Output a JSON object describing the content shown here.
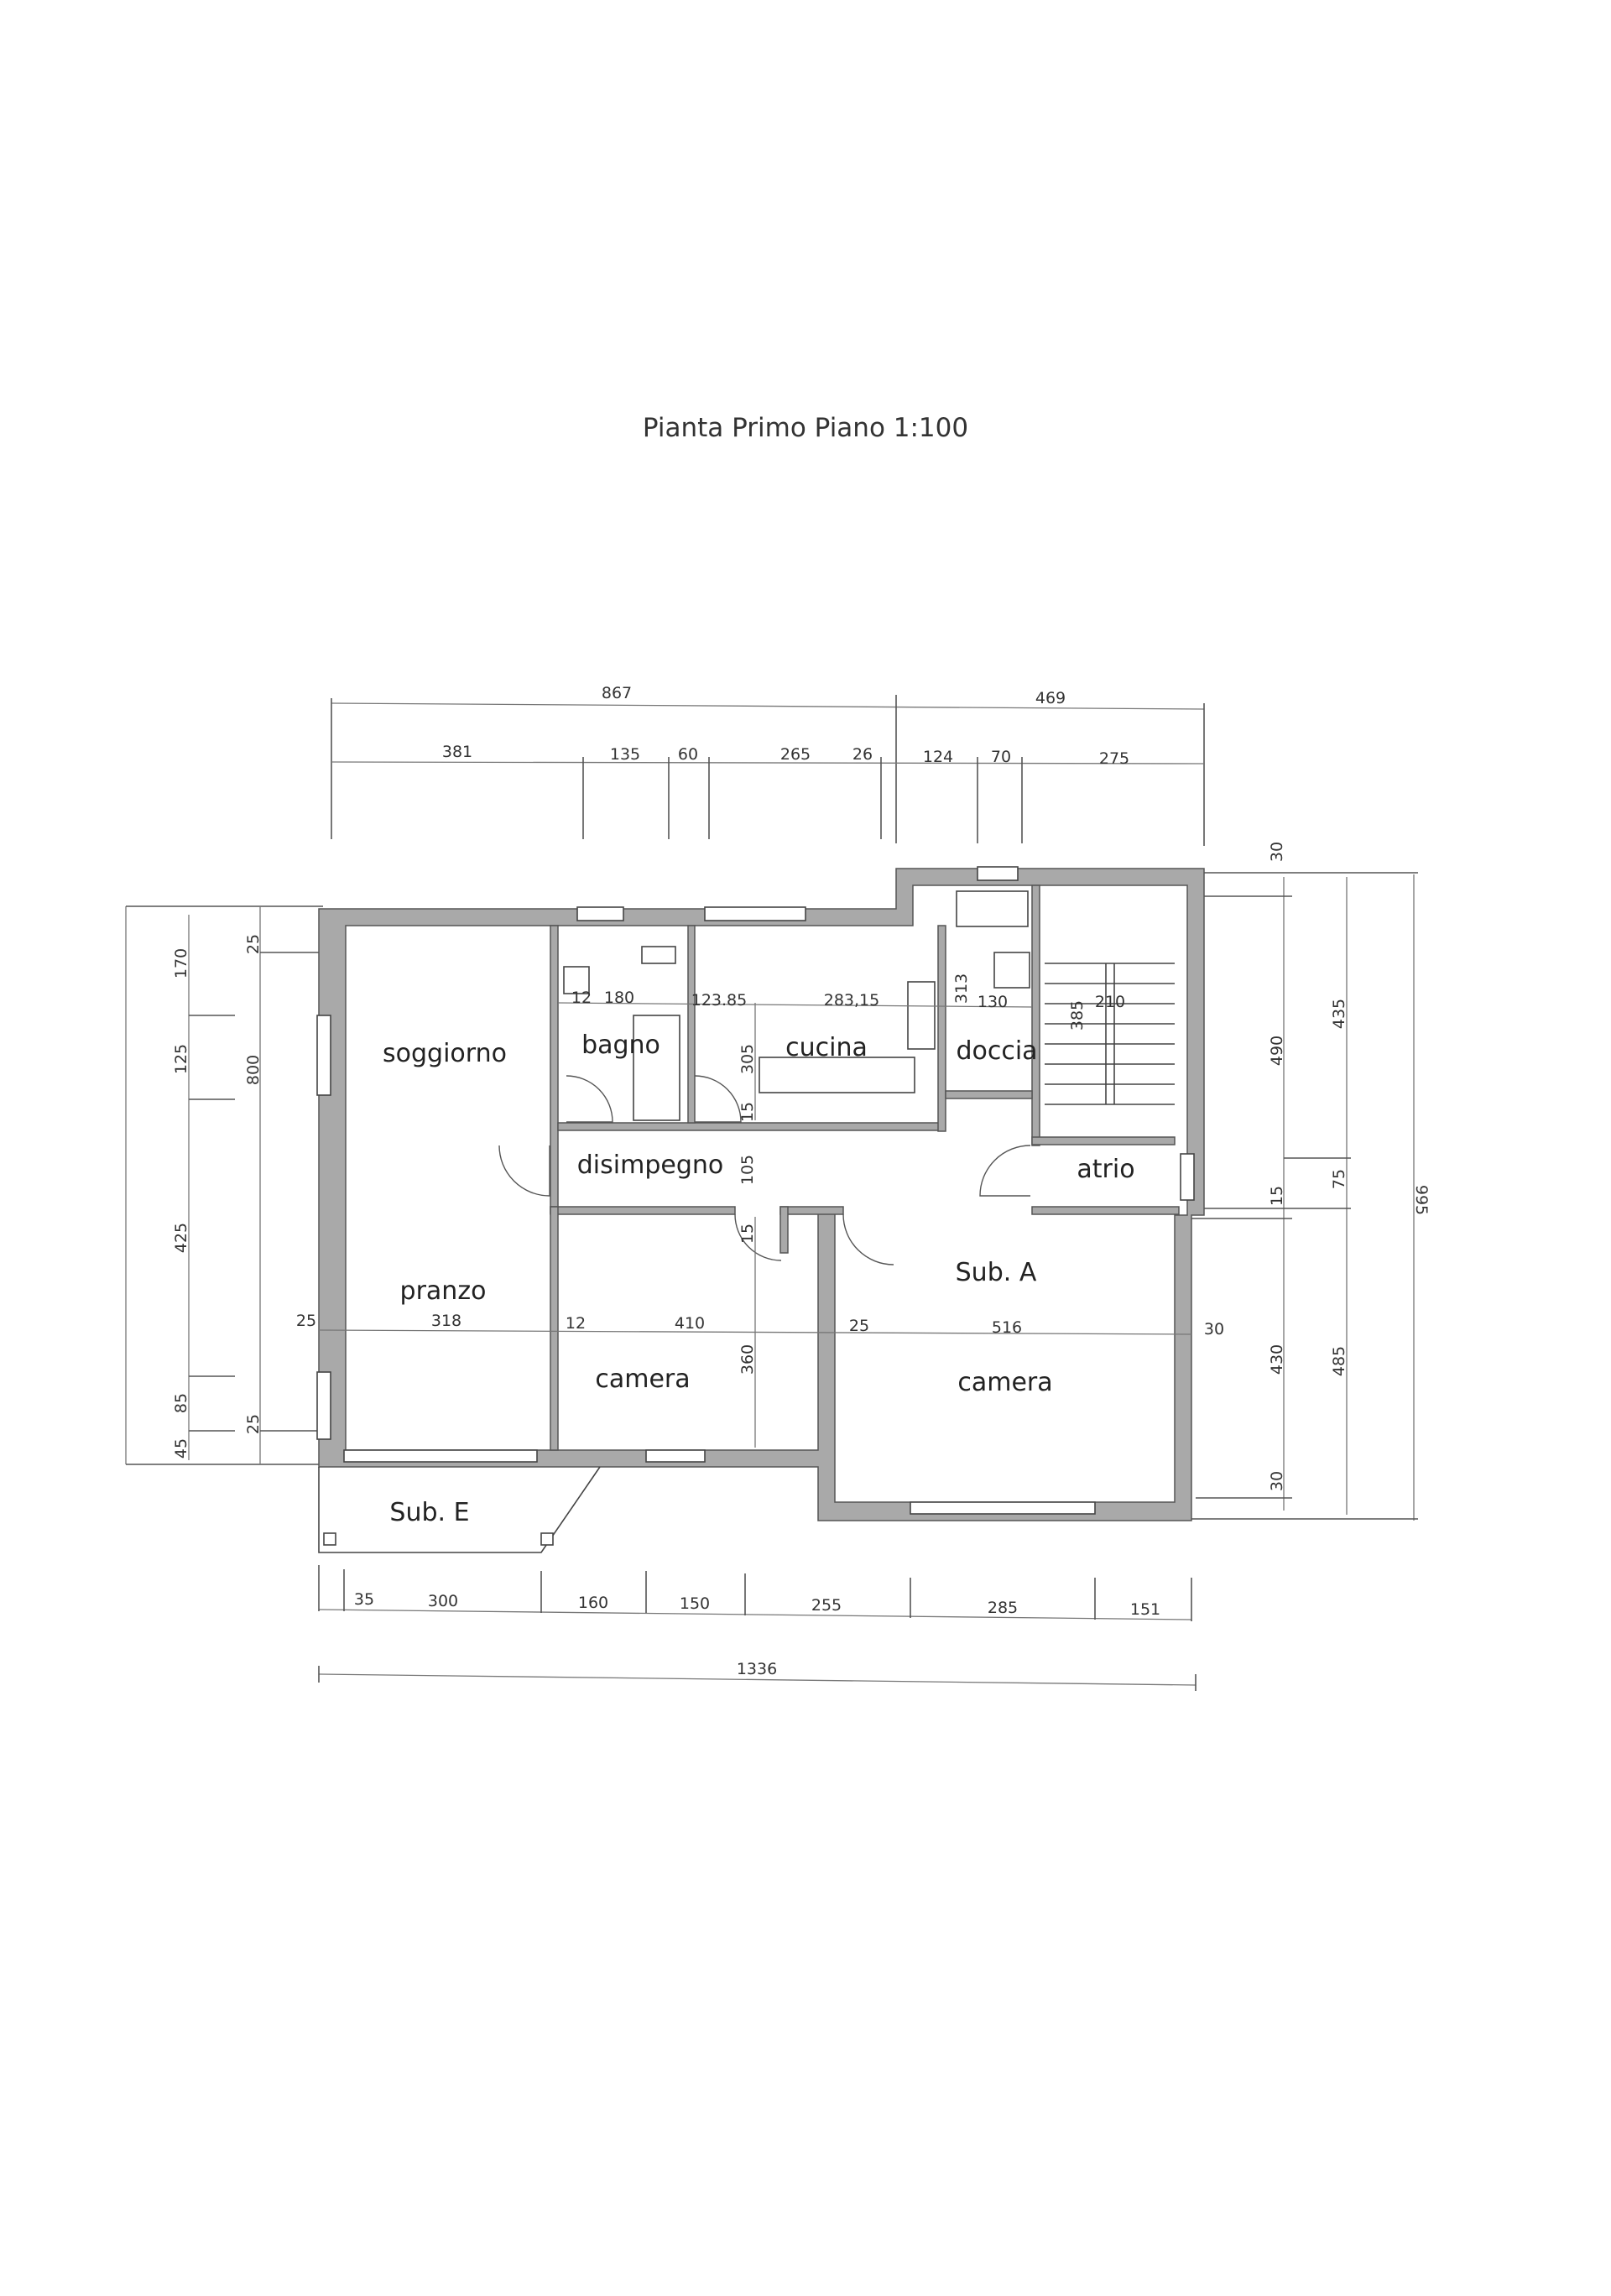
{
  "title": "Pianta Primo Piano 1:100",
  "rooms": {
    "soggiorno": "soggiorno",
    "bagno": "bagno",
    "cucina": "cucina",
    "doccia": "doccia",
    "disimpegno": "disimpegno",
    "atrio": "atrio",
    "pranzo": "pranzo",
    "camera_left": "camera",
    "camera_right": "camera",
    "sub_a": "Sub. A",
    "sub_e": "Sub. E"
  },
  "dims": {
    "top_total_left": "867",
    "top_total_right": "469",
    "top_381": "381",
    "top_135": "135",
    "top_60": "60",
    "top_265": "265",
    "top_26": "26",
    "top_124": "124",
    "top_70": "70",
    "top_275": "275",
    "left_170": "170",
    "left_125": "125",
    "left_425": "425",
    "left_85": "85",
    "left_45": "45",
    "left_25a": "25",
    "left_800": "800",
    "left_25b": "25",
    "right_30a": "30",
    "right_490": "490",
    "right_15": "15",
    "right_430": "430",
    "right_30b": "30",
    "right_435": "435",
    "right_75": "75",
    "right_485": "485",
    "right_995": "995",
    "bot_35": "35",
    "bot_300": "300",
    "bot_160": "160",
    "bot_150": "150",
    "bot_255": "255",
    "bot_285": "285",
    "bot_151": "151",
    "bot_total": "1336",
    "in_12a": "12",
    "in_180": "180",
    "in_123_85": "123.85",
    "in_283_15": "283,15",
    "in_313": "313",
    "in_130": "130",
    "in_385": "385",
    "in_210": "210",
    "in_305": "305",
    "in_15a": "15",
    "in_105": "105",
    "in_15b": "15",
    "in_25a": "25",
    "in_318": "318",
    "in_12b": "12",
    "in_410": "410",
    "in_360": "360",
    "in_25b": "25",
    "in_516": "516",
    "in_30": "30"
  }
}
